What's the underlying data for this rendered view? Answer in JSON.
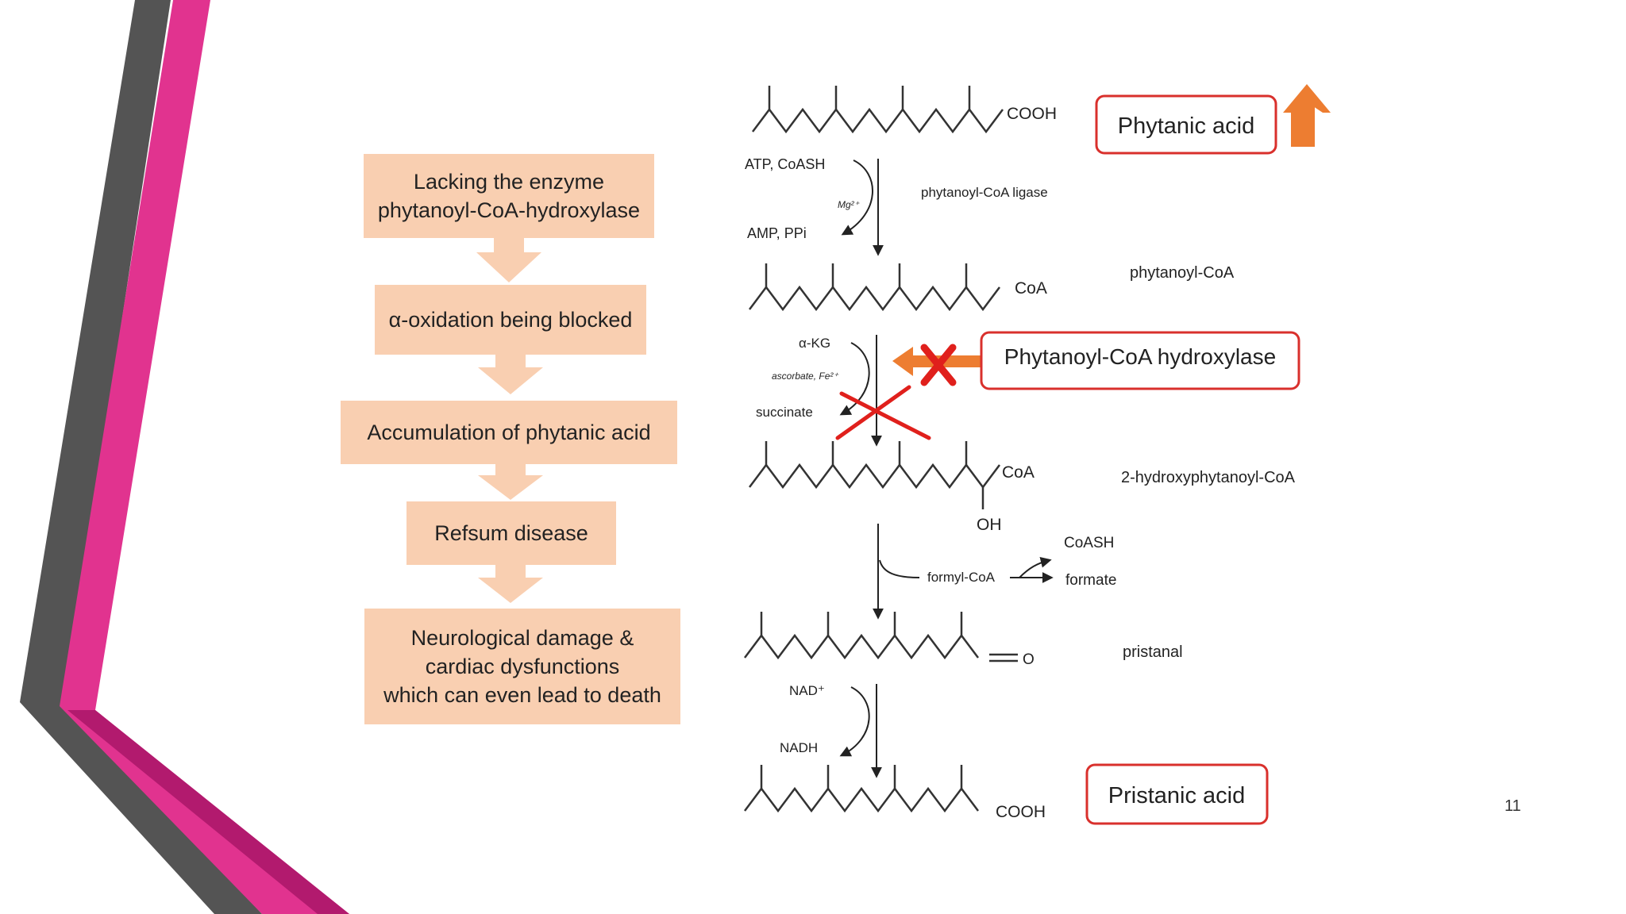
{
  "slide_number": "11",
  "flowchart": {
    "steps": [
      [
        "Lacking the enzyme",
        "phytanoyl-CoA-hydroxylase"
      ],
      [
        "α-oxidation being blocked"
      ],
      [
        "Accumulation of phytanic acid"
      ],
      [
        "Refsum disease"
      ],
      [
        "Neurological damage &",
        "cardiac dysfunctions",
        "which can even lead to death"
      ]
    ]
  },
  "pathway": {
    "compounds": {
      "c1_group": "COOH",
      "c2_group": "CoA",
      "c3_group": "CoA",
      "c3_oh": "OH",
      "c4_group": "O",
      "c5_group": "COOH"
    },
    "names": {
      "phytanoyl_coa": "phytanoyl-CoA",
      "hydroxyphytanoyl_coa": "2-hydroxyphytanoyl-CoA",
      "pristanal": "pristanal"
    },
    "step1": {
      "in": "ATP, CoASH",
      "cofactor": "Mg²⁺",
      "out": "AMP, PPi",
      "enzyme": "phytanoyl-CoA ligase"
    },
    "step2": {
      "in": "α-KG",
      "cofactor": "ascorbate, Fe²⁺",
      "out": "succinate"
    },
    "step3": {
      "side": "formyl-CoA",
      "out1": "CoASH",
      "out2": "formate"
    },
    "step4": {
      "in": "NAD⁺",
      "out": "NADH"
    },
    "callouts": {
      "phytanic_acid": "Phytanic acid",
      "hydroxylase": "Phytanoyl-CoA hydroxylase",
      "pristanic_acid": "Pristanic acid"
    }
  },
  "colors": {
    "box_fill": "#f9cfb1",
    "arrow_fill": "#f9cfb1",
    "accent_orange": "#ed7d31",
    "block_red": "#e0201c",
    "callout_border": "#d9302c",
    "deco_magenta": "#e1338f",
    "deco_dark": "#555555"
  }
}
